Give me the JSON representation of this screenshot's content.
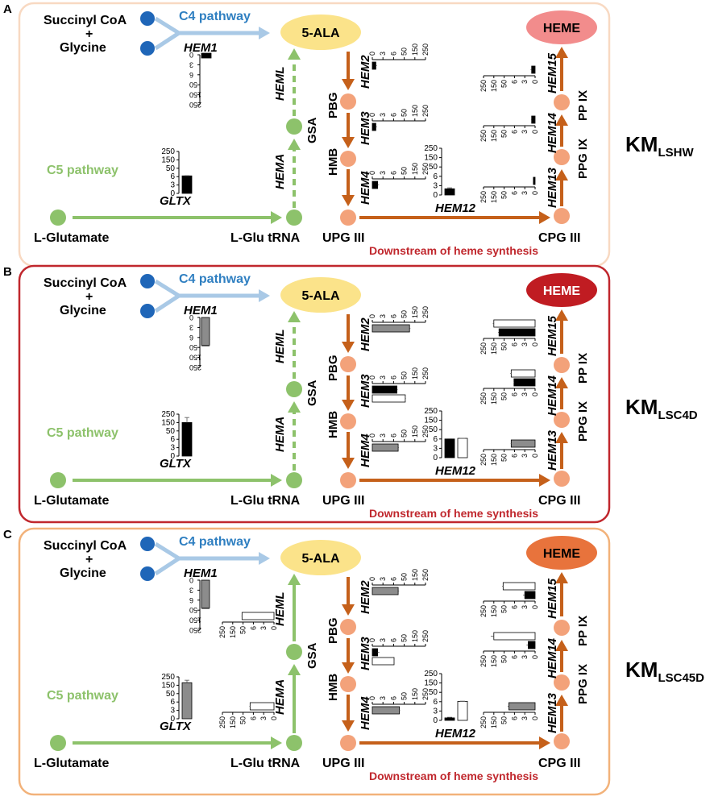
{
  "colors": {
    "panel_a_border": "#f8d9c2",
    "panel_b_border": "#c0272d",
    "panel_c_border": "#f2b27a",
    "heme_a": "#f28c8c",
    "heme_b": "#c01c22",
    "heme_c": "#e8733c",
    "ala_fill": "#fbe38a",
    "c4_blue": "#2f7fc1",
    "c4_arrow": "#a9c9e6",
    "substrate_dot": "#1f66b8",
    "c5_green": "#8dc26b",
    "downstream_arrow": "#c5601a",
    "intermediate_node": "#f3a27a",
    "downstream_text": "#c0272d",
    "bar_black": "#000000",
    "bar_gray": "#8c8c8c",
    "bar_white": "#ffffff"
  },
  "labels": {
    "succinyl_coa": "Succinyl CoA",
    "plus": "+",
    "glycine": "Glycine",
    "c4_pathway": "C4 pathway",
    "c5_pathway": "C5 pathway",
    "ala": "5-ALA",
    "heme": "HEME",
    "l_glutamate": "L-Glutamate",
    "l_glu_trna": "L-Glu tRNA",
    "upg": "UPG III",
    "cpg": "CPG III",
    "downstream": "Downstream of heme synthesis",
    "gsa": "GSA",
    "pbg": "PBG",
    "hmb": "HMB",
    "ppg": "PPG IX",
    "pp": "PP IX",
    "genes": {
      "hem1": "HEM1",
      "heml": "HEML",
      "hema": "HEMA",
      "gltx": "GLTX",
      "hem2": "HEM2",
      "hem3": "HEM3",
      "hem4": "HEM4",
      "hem12": "HEM12",
      "hem13": "HEM13",
      "hem14": "HEM14",
      "hem15": "HEM15"
    },
    "axis_ticks": [
      "0",
      "3",
      "6",
      "50",
      "150",
      "250"
    ]
  },
  "panels": [
    {
      "letter": "A",
      "strain_main": "KM",
      "strain_sub": "LSHW",
      "heml_dashed": true,
      "hema_dashed": true,
      "bars": {
        "hem1": [
          {
            "value": 1,
            "color": "black",
            "error": 0.3
          }
        ],
        "gltx": [
          {
            "value": 10,
            "color": "black",
            "error": 1
          }
        ],
        "hem2": [
          {
            "value": 1,
            "color": "black",
            "error": 0.3
          }
        ],
        "hem3": [
          {
            "value": 1,
            "color": "black",
            "error": 0.3
          }
        ],
        "hem4": [
          {
            "value": 1.5,
            "color": "black",
            "error": 0.4
          }
        ],
        "hem12": [
          {
            "value": 2,
            "color": "black",
            "error": 0.3
          }
        ],
        "hem13": [
          {
            "value": 0.5,
            "color": "black",
            "error": 0.1
          }
        ],
        "hem14": [
          {
            "value": 1,
            "color": "black",
            "error": 0.2
          }
        ],
        "hem15": [
          {
            "value": 1,
            "color": "black",
            "error": 0.3
          }
        ]
      }
    },
    {
      "letter": "B",
      "strain_main": "KM",
      "strain_sub": "LSC4D",
      "heml_dashed": true,
      "hema_dashed": true,
      "bars": {
        "hem1": [
          {
            "value": 40,
            "color": "gray",
            "error": 4
          }
        ],
        "gltx": [
          {
            "value": 150,
            "color": "black",
            "error": 60
          }
        ],
        "hem2": [
          {
            "value": 100,
            "color": "gray",
            "error": 8
          }
        ],
        "hem3": [
          {
            "value": 20,
            "color": "black",
            "error": 3
          },
          {
            "value": 60,
            "color": "white",
            "error": 6
          }
        ],
        "hem4": [
          {
            "value": 25,
            "color": "gray",
            "error": 3
          }
        ],
        "hem12": [
          {
            "value": 6,
            "color": "black",
            "error": 1
          },
          {
            "value": 9,
            "color": "white",
            "error": 0.5
          }
        ],
        "hem13": [
          {
            "value": 20,
            "color": "gray",
            "error": 2
          }
        ],
        "hem14": [
          {
            "value": 8,
            "color": "black",
            "error": 1
          },
          {
            "value": 20,
            "color": "white",
            "error": 4
          }
        ],
        "hem15": [
          {
            "value": 100,
            "color": "black",
            "error": 10
          },
          {
            "value": 150,
            "color": "white",
            "error": 10
          }
        ]
      }
    },
    {
      "letter": "C",
      "strain_main": "KM",
      "strain_sub": "LSC45D",
      "heml_dashed": false,
      "hema_dashed": false,
      "bars": {
        "hem1": [
          {
            "value": 40,
            "color": "gray",
            "error": 4
          }
        ],
        "heml": [
          {
            "value": 60,
            "color": "white",
            "error": 5
          }
        ],
        "gltx": [
          {
            "value": 180,
            "color": "gray",
            "error": 30
          }
        ],
        "hema": [
          {
            "value": 20,
            "color": "white",
            "error": 3
          }
        ],
        "hem2": [
          {
            "value": 25,
            "color": "gray",
            "error": 4
          }
        ],
        "hem3": [
          {
            "value": 1.5,
            "color": "black",
            "error": 0.5
          },
          {
            "value": 8,
            "color": "white",
            "error": 1
          }
        ],
        "hem4": [
          {
            "value": 30,
            "color": "gray",
            "error": 3
          }
        ],
        "hem12": [
          {
            "value": 0.8,
            "color": "black",
            "error": 0.2
          },
          {
            "value": 7.5,
            "color": "white",
            "error": 1
          }
        ],
        "hem13": [
          {
            "value": 30,
            "color": "gray",
            "error": 5
          }
        ],
        "hem14": [
          {
            "value": 2,
            "color": "black",
            "error": 0.5
          },
          {
            "value": 150,
            "color": "white",
            "error": 30
          }
        ],
        "hem15": [
          {
            "value": 3,
            "color": "black",
            "error": 0.5
          },
          {
            "value": 60,
            "color": "white",
            "error": 10
          }
        ]
      }
    }
  ]
}
